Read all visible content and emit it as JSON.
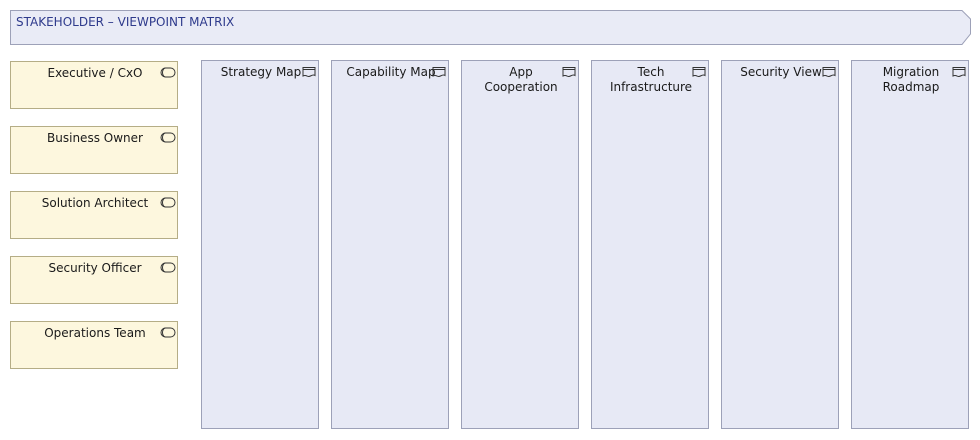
{
  "matrix": {
    "title": "STAKEHOLDER – VIEWPOINT MATRIX"
  },
  "stakeholders": [
    {
      "label": "Executive / CxO",
      "icon": "stakeholder-icon"
    },
    {
      "label": "Business Owner",
      "icon": "stakeholder-icon"
    },
    {
      "label": "Solution Architect",
      "icon": "stakeholder-icon"
    },
    {
      "label": "Security Officer",
      "icon": "stakeholder-icon"
    },
    {
      "label": "Operations Team",
      "icon": "stakeholder-icon"
    }
  ],
  "viewpoints": [
    {
      "label": "Strategy Map",
      "icon": "representation-icon"
    },
    {
      "label": "Capability Map",
      "icon": "representation-icon"
    },
    {
      "label": "App Cooperation",
      "icon": "representation-icon"
    },
    {
      "label": "Tech Infrastructure",
      "icon": "representation-icon"
    },
    {
      "label": "Security View",
      "icon": "representation-icon"
    },
    {
      "label": "Migration Roadmap",
      "icon": "representation-icon"
    }
  ],
  "colors": {
    "header_fill": "#e9ebf6",
    "stakeholder_fill": "#fdf7de",
    "viewpoint_fill": "#e7e9f5",
    "title_text": "#2e3a8c"
  }
}
